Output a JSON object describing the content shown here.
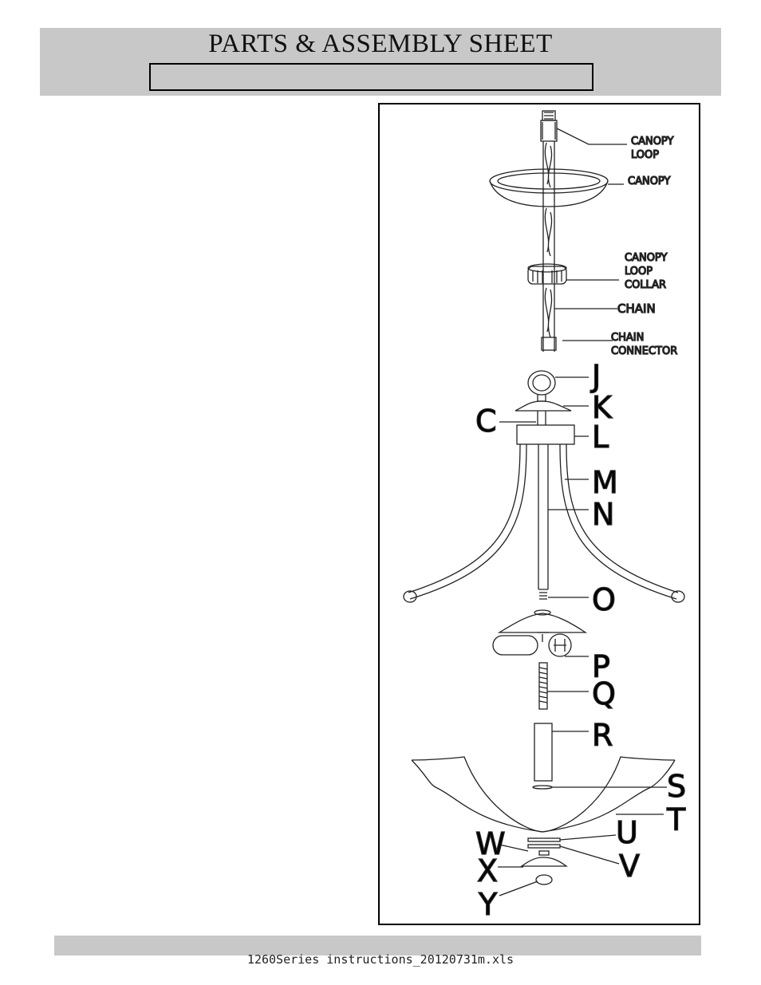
{
  "header": {
    "title": "PARTS & ASSEMBLY SHEET"
  },
  "diagram": {
    "callouts": {
      "canopy_loop_1": "CANOPY",
      "canopy_loop_2": "LOOP",
      "canopy": "CANOPY",
      "collar_1": "CANOPY",
      "collar_2": "LOOP",
      "collar_3": "COLLAR",
      "chain": "CHAIN",
      "connector_1": "CHAIN",
      "connector_2": "CONNECTOR"
    },
    "parts": {
      "J": "J",
      "K": "K",
      "C": "C",
      "L": "L",
      "M": "M",
      "N": "N",
      "O": "O",
      "P": "P",
      "Q": "Q",
      "R": "R",
      "S": "S",
      "T": "T",
      "U": "U",
      "V": "V",
      "W": "W",
      "X": "X",
      "Y": "Y"
    }
  },
  "footer": {
    "filename": "1260Series instructions_20120731m.xls"
  }
}
